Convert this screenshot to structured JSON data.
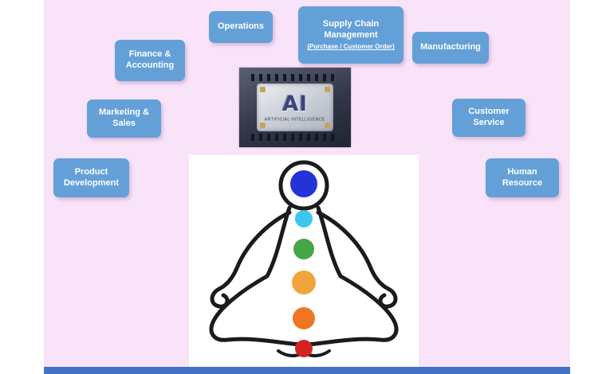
{
  "colors": {
    "slide_background": "#F9E3F9",
    "page_background": "#FFFFFF",
    "label_background": "#64A0D8",
    "label_text": "#FFFFFF",
    "footer_bar": "#4472C4"
  },
  "labels": {
    "operations": "Operations",
    "supply_chain_title": "Supply Chain Management",
    "supply_chain_subtitle": "(Purchase / Customer Order)",
    "manufacturing": "Manufacturing",
    "finance_accounting": "Finance & Accounting",
    "marketing_sales": "Marketing & Sales",
    "customer_service": "Customer Service",
    "product_development": "Product Development",
    "human_resource": "Human Resource"
  },
  "chip": {
    "label": "AI",
    "caption": "ARTIFICIAL INTELLIGENCE"
  },
  "figure": {
    "outline_color": "#1B1B1B",
    "chakras": [
      {
        "name": "crown",
        "color": "#2433D8"
      },
      {
        "name": "throat",
        "color": "#3EC6EE"
      },
      {
        "name": "heart",
        "color": "#46A546"
      },
      {
        "name": "solar-plexus",
        "color": "#F0A53C"
      },
      {
        "name": "sacral",
        "color": "#EE7623"
      },
      {
        "name": "root",
        "color": "#D42222"
      }
    ]
  }
}
